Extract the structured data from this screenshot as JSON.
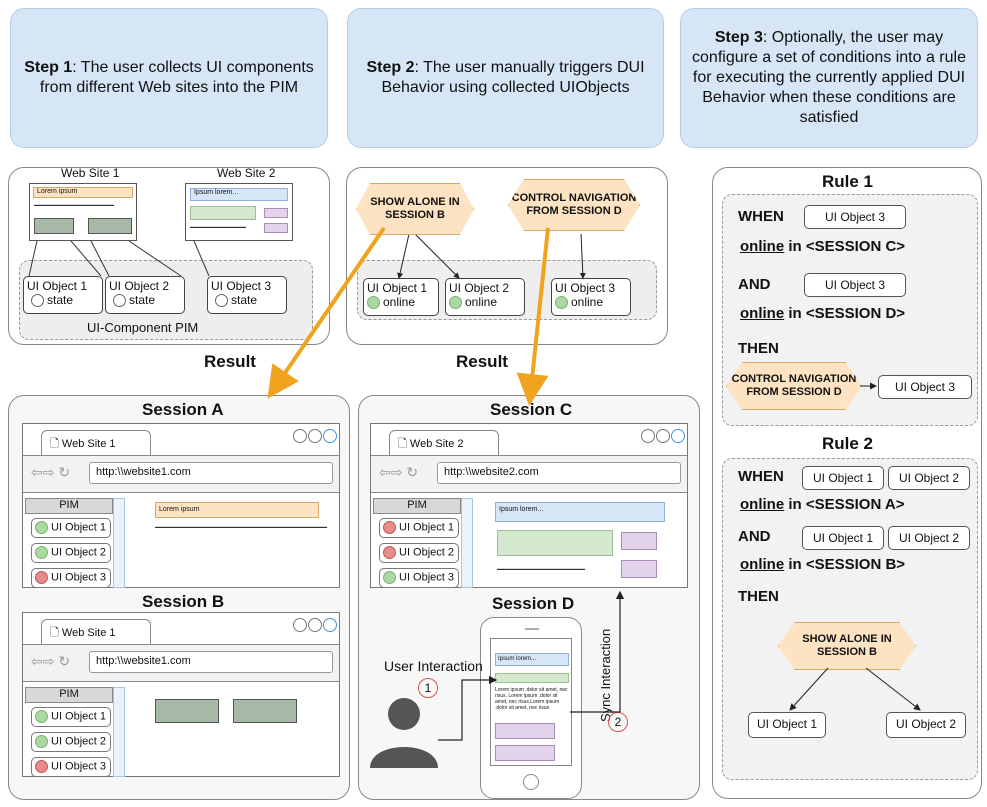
{
  "steps": [
    {
      "bold": "Step 1",
      "text": ": The user collects UI components from different Web sites into the PIM"
    },
    {
      "bold": "Step 2",
      "text": ": The user manually triggers DUI Behavior using collected UIObjects"
    },
    {
      "bold": "Step 3",
      "text": ": Optionally, the user may configure a set of conditions into a rule for executing the currently applied DUI Behavior when these conditions are satisfied"
    }
  ],
  "panel1": {
    "site1": "Web Site 1",
    "site2": "Web Site 2",
    "lorem_ipsum": "Lorem ipsum",
    "ipsum_lorem": "Ipsum lorem...",
    "objects": [
      {
        "label": "UI Object 1",
        "state": "state"
      },
      {
        "label": "UI Object 2",
        "state": "state"
      },
      {
        "label": "UI Object 3",
        "state": "state"
      }
    ],
    "pim_label": "UI-Component PIM"
  },
  "panel2": {
    "behavior1": "SHOW ALONE  IN SESSION B",
    "behavior2": "CONTROL NAVIGATION FROM SESSION D",
    "objects": [
      {
        "label": "UI Object 1",
        "state": "online"
      },
      {
        "label": "UI Object 2",
        "state": "online"
      },
      {
        "label": "UI Object 3",
        "state": "online"
      }
    ]
  },
  "result_label": "Result",
  "sessions": {
    "a": {
      "title": "Session A",
      "tab": "Web Site 1",
      "url": "http:\\\\website1.com",
      "content": "Lorem ipsum",
      "items": [
        "UI Object 1",
        "UI Object 2",
        "UI Object 3"
      ],
      "pim": "PIM"
    },
    "b": {
      "title": "Session B",
      "tab": "Web Site 1",
      "url": "http:\\\\website1.com",
      "items": [
        "UI Object 1",
        "UI Object 2",
        "UI Object 3"
      ],
      "pim": "PIM"
    },
    "c": {
      "title": "Session C",
      "tab": "Web Site 2",
      "url": "http:\\\\website2.com",
      "content": "Ipsum lorem...",
      "items": [
        "UI Object 1",
        "UI Object 2",
        "UI Object 3"
      ],
      "pim": "PIM"
    },
    "d": {
      "title": "Session D",
      "phone_title": "Ipsum lorem...",
      "phone_text": "Lorem ipsum .dolor sit amet, nec risus. Lorem ipsum .dolor sit amet, nec risus.Lorem ipsum .dolor sit amet, nec risus"
    }
  },
  "interaction": {
    "user": "User Interaction",
    "sync": "Sync Interaction",
    "n1": "1",
    "n2": "2"
  },
  "rule1": {
    "title": "Rule 1",
    "when": "WHEN",
    "and": "AND",
    "then": "THEN",
    "online": "online",
    "in1": " in <SESSION C>",
    "in2": " in <SESSION D>",
    "obj1": "UI Object 3",
    "obj2": "UI Object 3",
    "behavior": "CONTROL NAVIGATION FROM SESSION D",
    "target": "UI Object 3"
  },
  "rule2": {
    "title": "Rule 2",
    "when": "WHEN",
    "and": "AND",
    "then": "THEN",
    "online": "online",
    "in1": " in <SESSION A>",
    "in2": " in <SESSION B>",
    "w1": "UI Object 1",
    "w2": "UI Object 2",
    "a1": "UI Object 1",
    "a2": "UI Object 2",
    "behavior": "SHOW ALONE  IN SESSION B",
    "t1": "UI Object 1",
    "t2": "UI Object 2"
  }
}
